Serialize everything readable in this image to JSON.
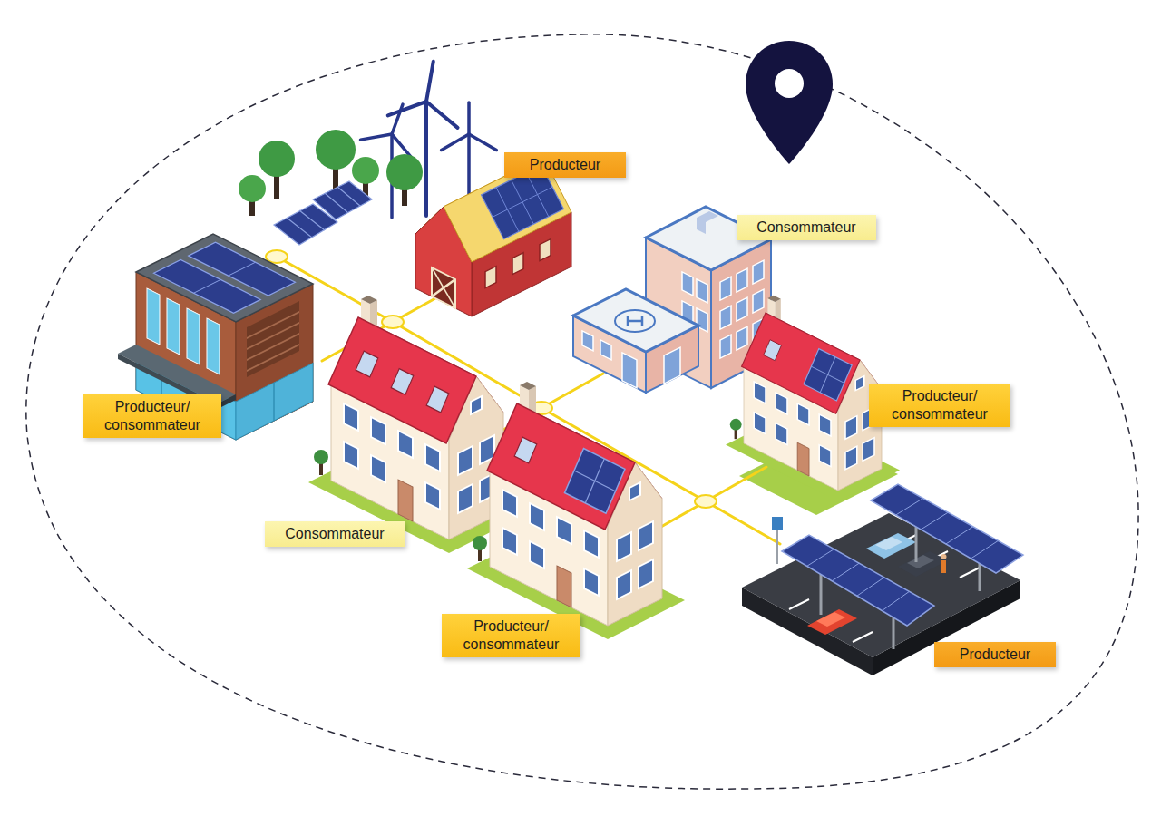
{
  "diagram": {
    "nodes": [
      {
        "text": [
          "Producteur"
        ]
      },
      {
        "text": [
          "Consommateur"
        ]
      },
      {
        "text": [
          "Producteur/ consommateur"
        ]
      },
      {
        "text": [
          "Producteur/ consommateur"
        ]
      },
      {
        "text": [
          "Consommateur"
        ]
      },
      {
        "text": [
          "Producteur/ consommateur"
        ]
      },
      {
        "text": [
          "Producteur"
        ]
      }
    ]
  }
}
